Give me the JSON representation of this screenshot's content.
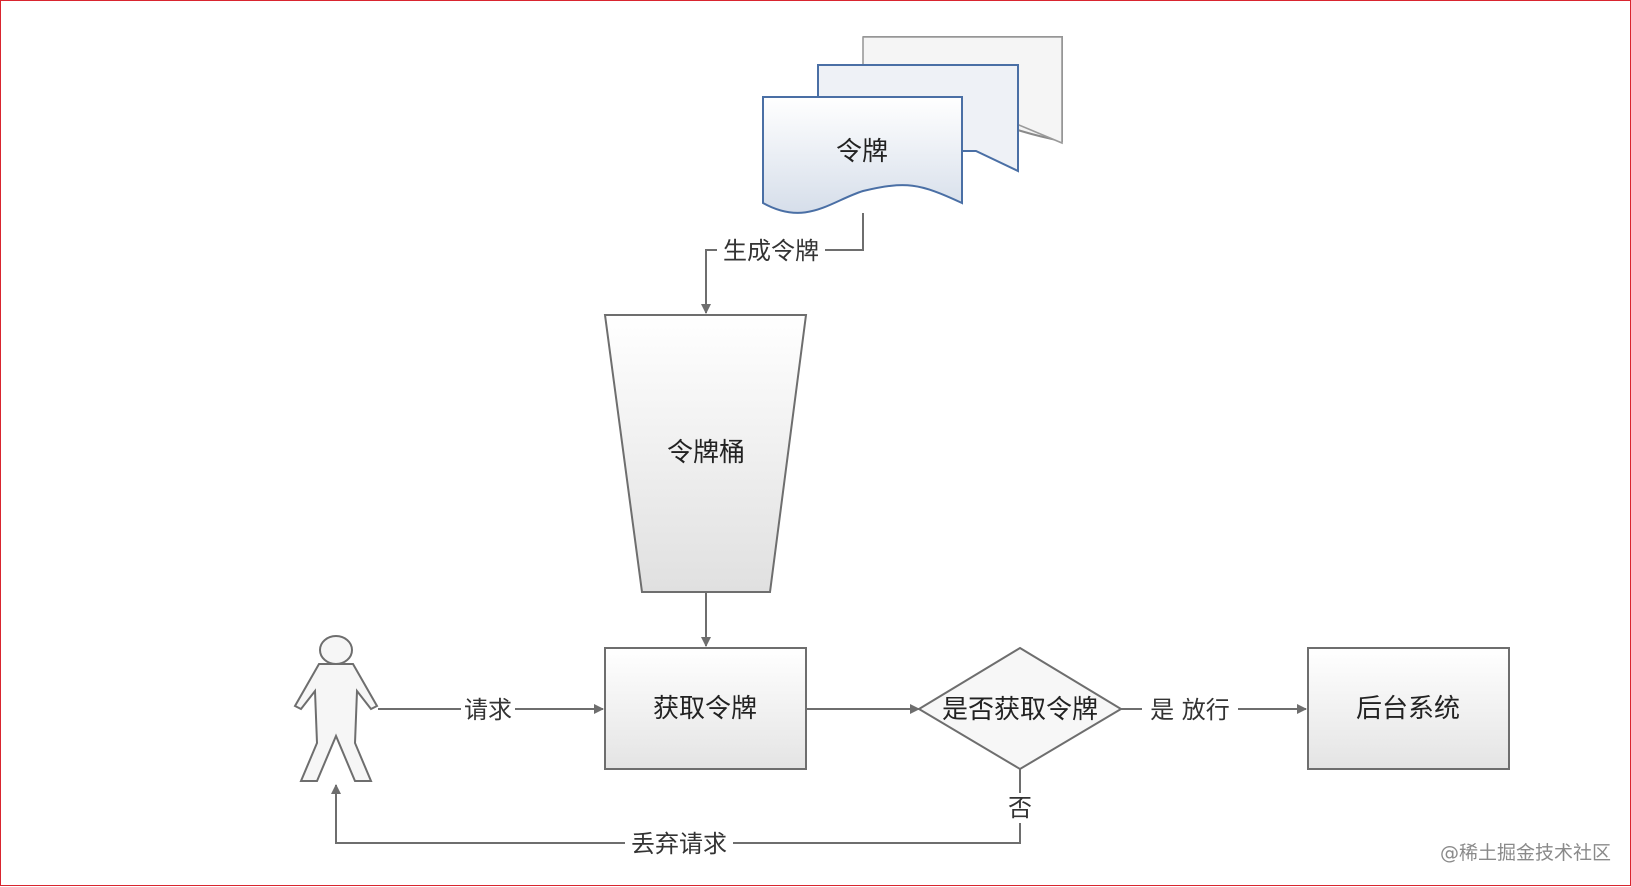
{
  "nodes": {
    "token": "令牌",
    "bucket": "令牌桶",
    "acquire": "获取令牌",
    "decision": "是否获取令牌",
    "backend": "后台系统"
  },
  "edges": {
    "generate": "生成令牌",
    "request": "请求",
    "yes_pass": "是 放行",
    "no": "否",
    "discard": "丢弃请求"
  },
  "watermark": "@稀土掘金技术社区",
  "colors": {
    "border": "#d9252f",
    "doc_stroke": "#4a6fa5",
    "box_stroke": "#6e6e6e",
    "line": "#6e6e6e"
  }
}
